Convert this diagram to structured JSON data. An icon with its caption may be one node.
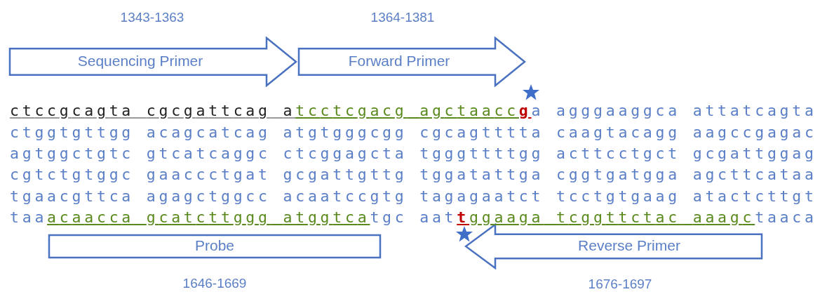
{
  "diagram": {
    "nodes": [
      {
        "text": [
          "Sequencing Primer"
        ],
        "beside": [
          "1343-1363"
        ]
      },
      {
        "text": [
          "Forward Primer"
        ],
        "beside": [
          "1364-1381"
        ]
      },
      {
        "text": [
          "Probe"
        ],
        "beside": [
          "1646-1669"
        ]
      },
      {
        "text": [
          "Reverse Primer"
        ],
        "beside": [
          "1676-1697"
        ]
      }
    ],
    "labels": [
      "ctccgcagta cgcgattcag atcctcgacg agctaacc**g**a agggaaggca attatcagta",
      "ctggtgttgg acagcatcag atgtgggcgg cgcagtttta caagtacagg aagccgagac",
      "agtggctgtc gtcatcaggc ctcggagcta tgggttttgg acttcctgct gcgattggag",
      "cgtctgtggc gaaccctgat gcgattgttg tggatattga cggtgatgga agcttcataa",
      "tgaacgttca agagctggcc acaatccgtg tagagaatct tcctgtgaag atactcttgt",
      "taaacaacca gcatcttggg atggtcatgc aat**t**ggaaga tcggttctac aaagctaaca"
    ]
  }
}
